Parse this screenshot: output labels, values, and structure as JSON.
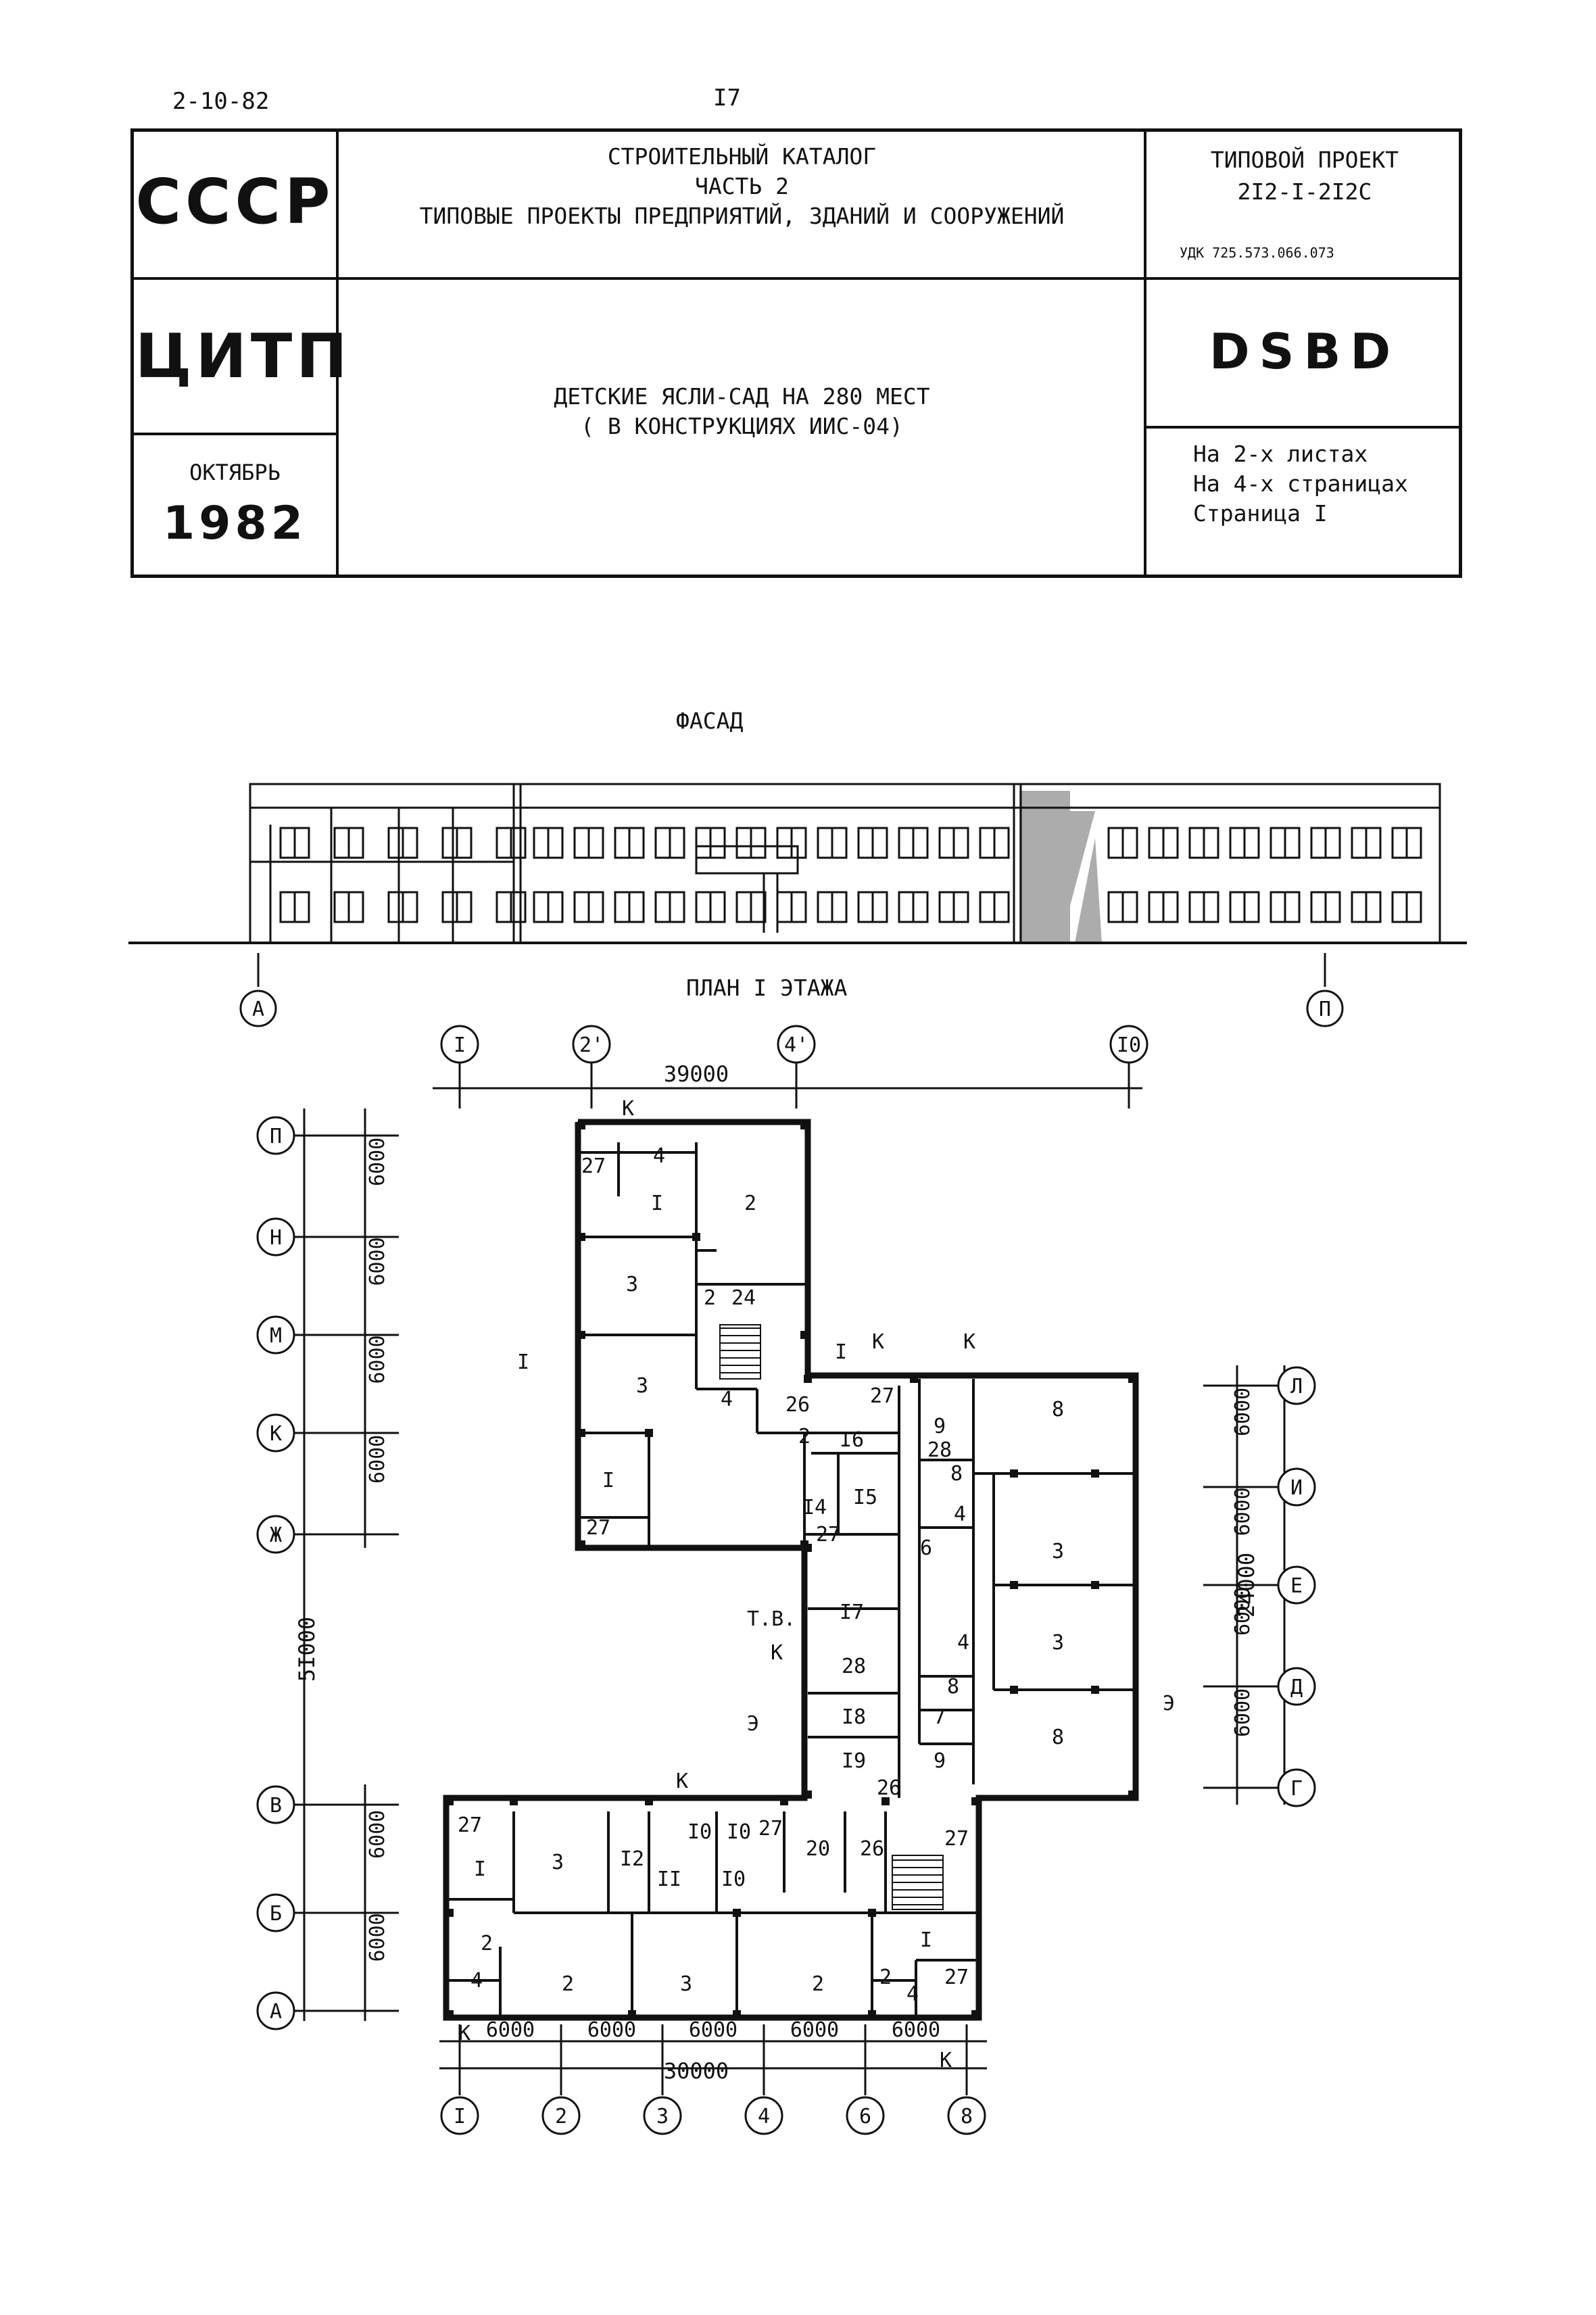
{
  "header": {
    "doc_code": "2-10-82",
    "page_number": "I7"
  },
  "stamp": {
    "country": "СССР",
    "catalog_line1": "СТРОИТЕЛЬНЫЙ КАТАЛОГ",
    "catalog_line2": "ЧАСТЬ 2",
    "catalog_line3": "ТИПОВЫЕ ПРОЕКТЫ ПРЕДПРИЯТИЙ, ЗДАНИЙ И СООРУЖЕНИЙ",
    "project_label": "ТИПОВОЙ ПРОЕКТ",
    "project_number": "2I2-I-2I2С",
    "udk": "УДК 725.573.066.073",
    "org": "ЦИТП",
    "title_line1": "ДЕТСКИЕ ЯСЛИ-САД НА 280 МЕСТ",
    "title_line2": "( В КОНСТРУКЦИЯХ ИИС-04)",
    "code": "DSBD",
    "month": "ОКТЯБРЬ",
    "year": "1982",
    "sheets": "На 2-х листах",
    "pages": "На 4-х страницах",
    "page_label": "Страница I"
  },
  "facade": {
    "title": "ФАСАД",
    "axis_left": "А",
    "axis_right": "П"
  },
  "plan": {
    "title": "ПЛАН I ЭТАЖА",
    "top_axes": [
      "I",
      "2'",
      "4'",
      "I0"
    ],
    "top_dim": "39000",
    "left_axes": [
      "П",
      "Н",
      "М",
      "К",
      "Ж",
      "В",
      "Б",
      "А"
    ],
    "left_dims": [
      "6000",
      "6000",
      "6000",
      "6000",
      "6000",
      "6000"
    ],
    "left_total": "5I000",
    "right_axes": [
      "Л",
      "И",
      "Е",
      "Д",
      "Г"
    ],
    "right_dims": [
      "6000",
      "6000",
      "6000",
      "6000"
    ],
    "right_total": "24000",
    "bottom_axes": [
      "I",
      "2",
      "3",
      "4",
      "6",
      "8"
    ],
    "bottom_dims": [
      "6000",
      "6000",
      "6000",
      "6000",
      "6000"
    ],
    "bottom_total": "30000",
    "annotations": {
      "k": "К",
      "i": "I",
      "tv": "Т.В.",
      "e": "Э"
    },
    "rooms": [
      "4",
      "27",
      "I",
      "2",
      "3",
      "2",
      "24",
      "3",
      "4",
      "26",
      "27",
      "I",
      "27",
      "2",
      "I6",
      "I4",
      "I5",
      "27",
      "I7",
      "28",
      "I8",
      "I9",
      "26",
      "9",
      "28",
      "8",
      "8",
      "4",
      "6",
      "3",
      "4",
      "3",
      "8",
      "7",
      "9",
      "8",
      "27",
      "I",
      "3",
      "I2",
      "II",
      "I0",
      "I0",
      "27",
      "I0",
      "20",
      "26",
      "27",
      "I",
      "2",
      "4",
      "2",
      "3",
      "2",
      "2",
      "4",
      "27"
    ]
  }
}
